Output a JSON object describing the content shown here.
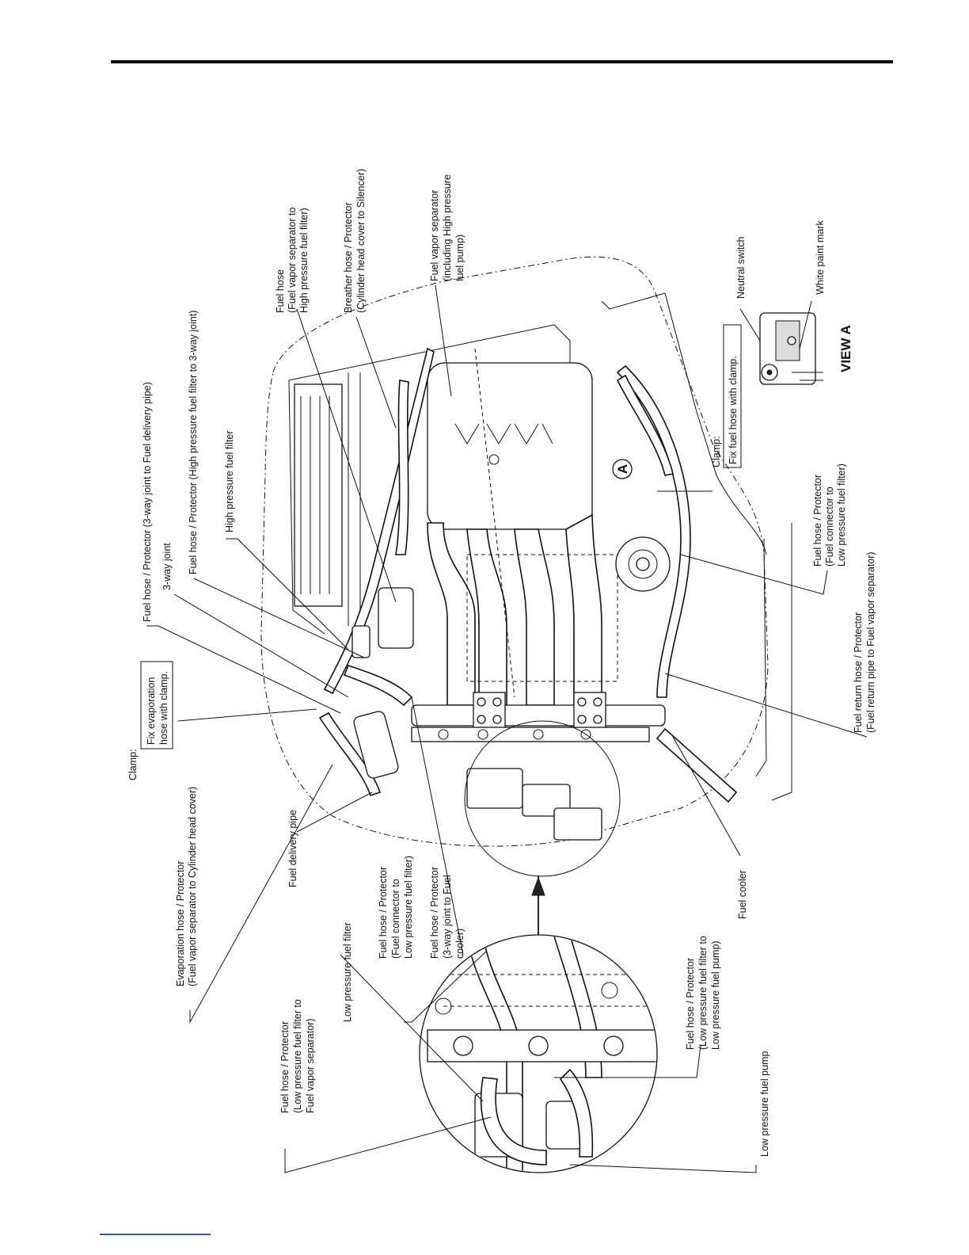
{
  "labels": {
    "l_clamp_evap_title": "Clamp:",
    "l_clamp_evap_1": "Fix evaporation",
    "l_clamp_evap_2": "hose with clamp.",
    "l_fuelhose_3way": "Fuel hose / Protector (3-way joint to Fuel delivery pipe)",
    "l_3way": "3-way joint",
    "l_fuelhose_hpf": "Fuel hose / Protector (High pressure fuel filter to 3-way joint)",
    "l_hpf": "High pressure fuel filter",
    "l_fuelhose_fvs_1": "Fuel hose",
    "l_fuelhose_fvs_2": "(Fuel vapor separator to",
    "l_fuelhose_fvs_3": "High pressure fuel filter)",
    "l_breather_1": "Breather hose / Protector",
    "l_breather_2": "(Cylinder head cover to Silencer)",
    "l_fvs_1": "Fuel vapor separator",
    "l_fvs_2": "(including High pressure",
    "l_fvs_3": "fuel pump)",
    "l_neutral": "Neutral switch",
    "l_white_paint": "White paint mark",
    "l_view_a": "VIEW A",
    "l_clamp_fuel_title": "Clamp:",
    "l_clamp_fuel_1": "Fix fuel hose with clamp.",
    "l_fuelhose_conn_1": "Fuel hose / Protector",
    "l_fuelhose_conn_2": "(Fuel connector to",
    "l_fuelhose_conn_3": "Low pressure fuel filter)",
    "l_return_1": "Fuel return hose / Protector",
    "l_return_2": "(Fuel return pipe to Fuel vapor separator)",
    "l_fuel_cooler": "Fuel cooler",
    "l_evap_1": "Evaporation hose / Protector",
    "l_evap_2": "(Fuel vapor separator to Cylinder head cover)",
    "l_delivery": "Fuel delivery pipe",
    "l_lpf": "Low pressure fuel filter",
    "l_inset_conn_1": "Fuel hose / Protector",
    "l_inset_conn_2": "(Fuel connector to",
    "l_inset_conn_3": "Low pressure fuel filter)",
    "l_inset_3way_1": "Fuel hose / Protector",
    "l_inset_3way_2": "(3-way joint to Fuel",
    "l_inset_3way_3": "cooler)",
    "l_lpf_fvs_1": "Fuel hose / Protector",
    "l_lpf_fvs_2": "(Low pressure fuel filter to",
    "l_lpf_fvs_3": "Fuel vapor separator)",
    "l_lpf_pump_1": "Fuel hose / Protector",
    "l_lpf_pump_2": "(Low pressure fuel filter to",
    "l_lpf_pump_3": "Low pressure fuel pump)",
    "l_lp_pump": "Low pressure fuel pump",
    "l_marker_a": "A"
  }
}
